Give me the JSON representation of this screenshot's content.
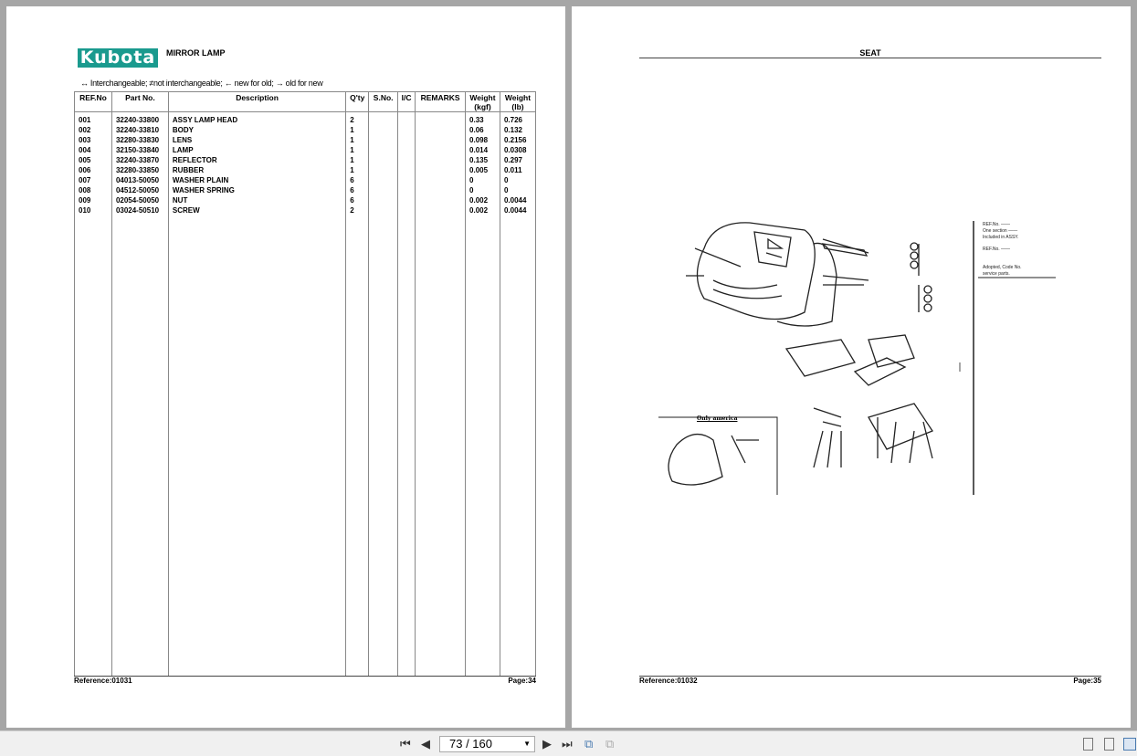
{
  "left_page": {
    "logo": "Kubota",
    "title": "MIRROR LAMP",
    "legend": "↔ Interchangeable;   ≠not interchangeable;   ← new for old;   → old for new",
    "columns": [
      "REF.No",
      "Part No.",
      "Description",
      "Q'ty",
      "S.No.",
      "I/C",
      "REMARKS",
      "Weight (kgf)",
      "Weight (lb)"
    ],
    "rows": [
      [
        "001",
        "32240-33800",
        "ASSY LAMP HEAD",
        "2",
        "",
        "",
        "",
        "0.33",
        "0.726"
      ],
      [
        "002",
        "32240-33810",
        "BODY",
        "1",
        "",
        "",
        "",
        "0.06",
        "0.132"
      ],
      [
        "003",
        "32280-33830",
        "LENS",
        "1",
        "",
        "",
        "",
        "0.098",
        "0.2156"
      ],
      [
        "004",
        "32150-33840",
        "LAMP",
        "1",
        "",
        "",
        "",
        "0.014",
        "0.0308"
      ],
      [
        "005",
        "32240-33870",
        "REFLECTOR",
        "1",
        "",
        "",
        "",
        "0.135",
        "0.297"
      ],
      [
        "006",
        "32280-33850",
        "RUBBER",
        "1",
        "",
        "",
        "",
        "0.005",
        "0.011"
      ],
      [
        "007",
        "04013-50050",
        "WASHER PLAIN",
        "6",
        "",
        "",
        "",
        "0",
        "0"
      ],
      [
        "008",
        "04512-50050",
        "WASHER SPRING",
        "6",
        "",
        "",
        "",
        "0",
        "0"
      ],
      [
        "009",
        "02054-50050",
        "NUT",
        "6",
        "",
        "",
        "",
        "0.002",
        "0.0044"
      ],
      [
        "010",
        "03024-50510",
        "SCREW",
        "2",
        "",
        "",
        "",
        "0.002",
        "0.0044"
      ]
    ],
    "reference": "Reference:01031",
    "page": "Page:34"
  },
  "right_page": {
    "title": "SEAT",
    "diagram_label": "Only america",
    "reference": "Reference:01032",
    "page": "Page:35"
  },
  "toolbar": {
    "page_indicator": "73 / 160"
  }
}
